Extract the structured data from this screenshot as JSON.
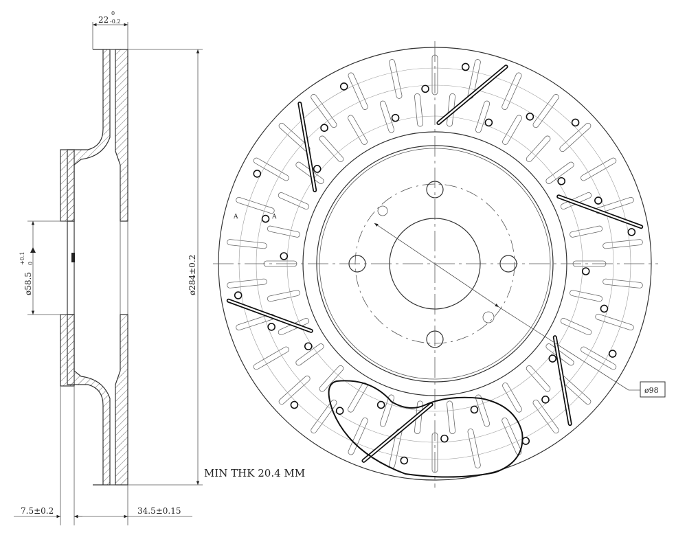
{
  "side_view": {
    "dim_thickness": "22",
    "dim_thickness_upper_tol": "0",
    "dim_thickness_lower_tol": "-0.2",
    "dim_center_bore": "ø58.5",
    "dim_center_bore_tol_upper": "+0.1",
    "dim_center_bore_tol_lower": "0",
    "dim_outer_diameter": "ø284±0.2",
    "dim_hat_offset": "7.5±0.2",
    "dim_overall_height": "34.5±0.15",
    "min_thickness_note": "MIN THK 20.4 MM"
  },
  "front_view": {
    "dim_pcd": "ø98",
    "section_mark_left": "A",
    "section_mark_right": "A"
  }
}
